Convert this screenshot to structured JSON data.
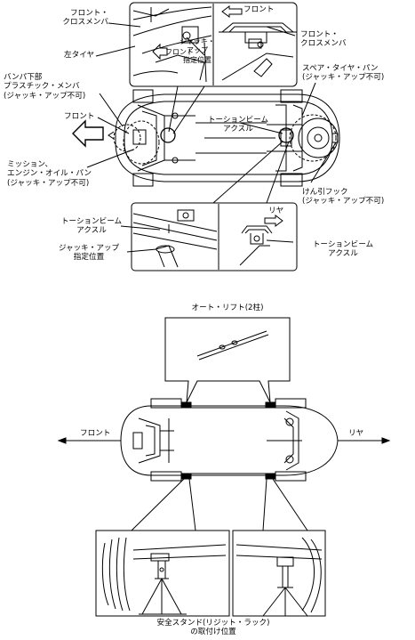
{
  "top_diagram": {
    "front_crossmember": [
      "フロント・",
      "クロスメンバ"
    ],
    "left_tire": "左タイヤ",
    "jack_front_front": "フロント",
    "jack_up_point": [
      "ジャッキ・",
      "アップ",
      "指定位置"
    ],
    "inset_front_arrow": "フロント",
    "inset_front_crossmember": [
      "フロント・",
      "クロスメンバ"
    ],
    "bumper_plastic": [
      "バンパ下部",
      "プラスチック・メンバ",
      "(ジャッキ・アップ不可)"
    ],
    "car_front": "フロント",
    "mission_oil_pan": [
      "ミッション、",
      "エンジン・オイル・パン",
      "(ジャッキ・アップ不可)"
    ],
    "spare_tire_pan": [
      "スペア・タイヤ・パン",
      "(ジャッキ・アップ不可)"
    ],
    "torsion_beam_axle_center": [
      "トーションビーム",
      "アクスル"
    ],
    "tow_hook": [
      "けん引フック",
      "(ジャッキ・アップ不可)"
    ],
    "torsion_beam_axle_lower_left": [
      "トーションビーム",
      "アクスル"
    ],
    "jack_up_point_rear": [
      "ジャッキ・アップ",
      "指定位置"
    ],
    "inset_rear_arrow": "リヤ",
    "torsion_beam_axle_lower_right": [
      "トーションビーム",
      "アクスル"
    ]
  },
  "bottom_diagram": {
    "auto_lift": "オート・リフト(2柱)",
    "front": "フロント",
    "rear": "リヤ",
    "safety_stand": [
      "安全スタンド(リジット・ラック)",
      "の取付け位置"
    ]
  }
}
